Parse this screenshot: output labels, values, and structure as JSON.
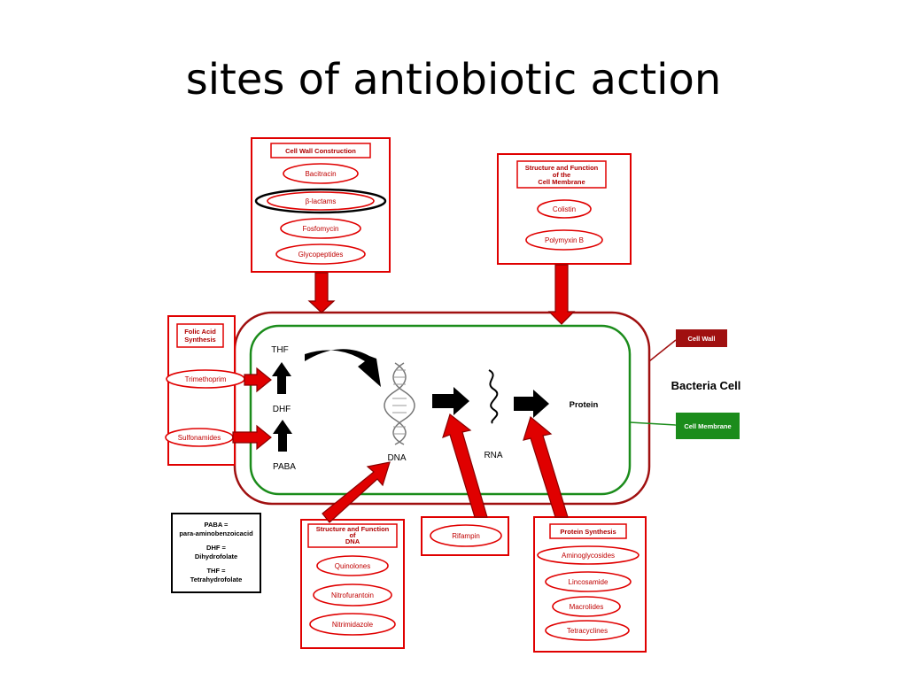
{
  "slide": {
    "title": "sites of antiobiotic action"
  },
  "colors": {
    "red": "#e00000",
    "dark_red": "#a01010",
    "green": "#1b8c1b",
    "black": "#000000"
  },
  "cell": {
    "name": "Bacteria Cell",
    "wall_label": "Cell Wall",
    "membrane_label": "Cell Membrane"
  },
  "pathway": {
    "thf": "THF",
    "dhf": "DHF",
    "paba": "PABA",
    "dna": "DNA",
    "rna": "RNA",
    "protein": "Protein"
  },
  "boxes": {
    "cell_wall": {
      "title": "Cell Wall Construction",
      "items": [
        "Bacitracin",
        "β-lactams",
        "Fosfomycin",
        "Glycopeptides"
      ]
    },
    "membrane": {
      "title_lines": [
        "Structure and Function",
        "of the",
        "Cell Membrane"
      ],
      "items": [
        "Colistin",
        "Polymyxin B"
      ]
    },
    "folic": {
      "title_lines": [
        "Folic Acid",
        "Synthesis"
      ],
      "items": [
        "Trimethoprim",
        "Sulfonamides"
      ]
    },
    "dna": {
      "title_lines": [
        "Structure and Function",
        "of",
        "DNA"
      ],
      "items": [
        "Quinolones",
        "Nitrofurantoin",
        "Nitrimidazole"
      ]
    },
    "rifampin": {
      "items": [
        "Rifampin"
      ]
    },
    "protein": {
      "title": "Protein Synthesis",
      "items": [
        "Aminoglycosides",
        "Lincosamide",
        "Macrolides",
        "Tetracyclines"
      ]
    }
  },
  "legend": {
    "lines": [
      "PABA =",
      "para-aminobenzoicacid",
      "DHF =",
      "Dihydrofolate",
      "THF =",
      "Tetrahydrofolate"
    ]
  }
}
